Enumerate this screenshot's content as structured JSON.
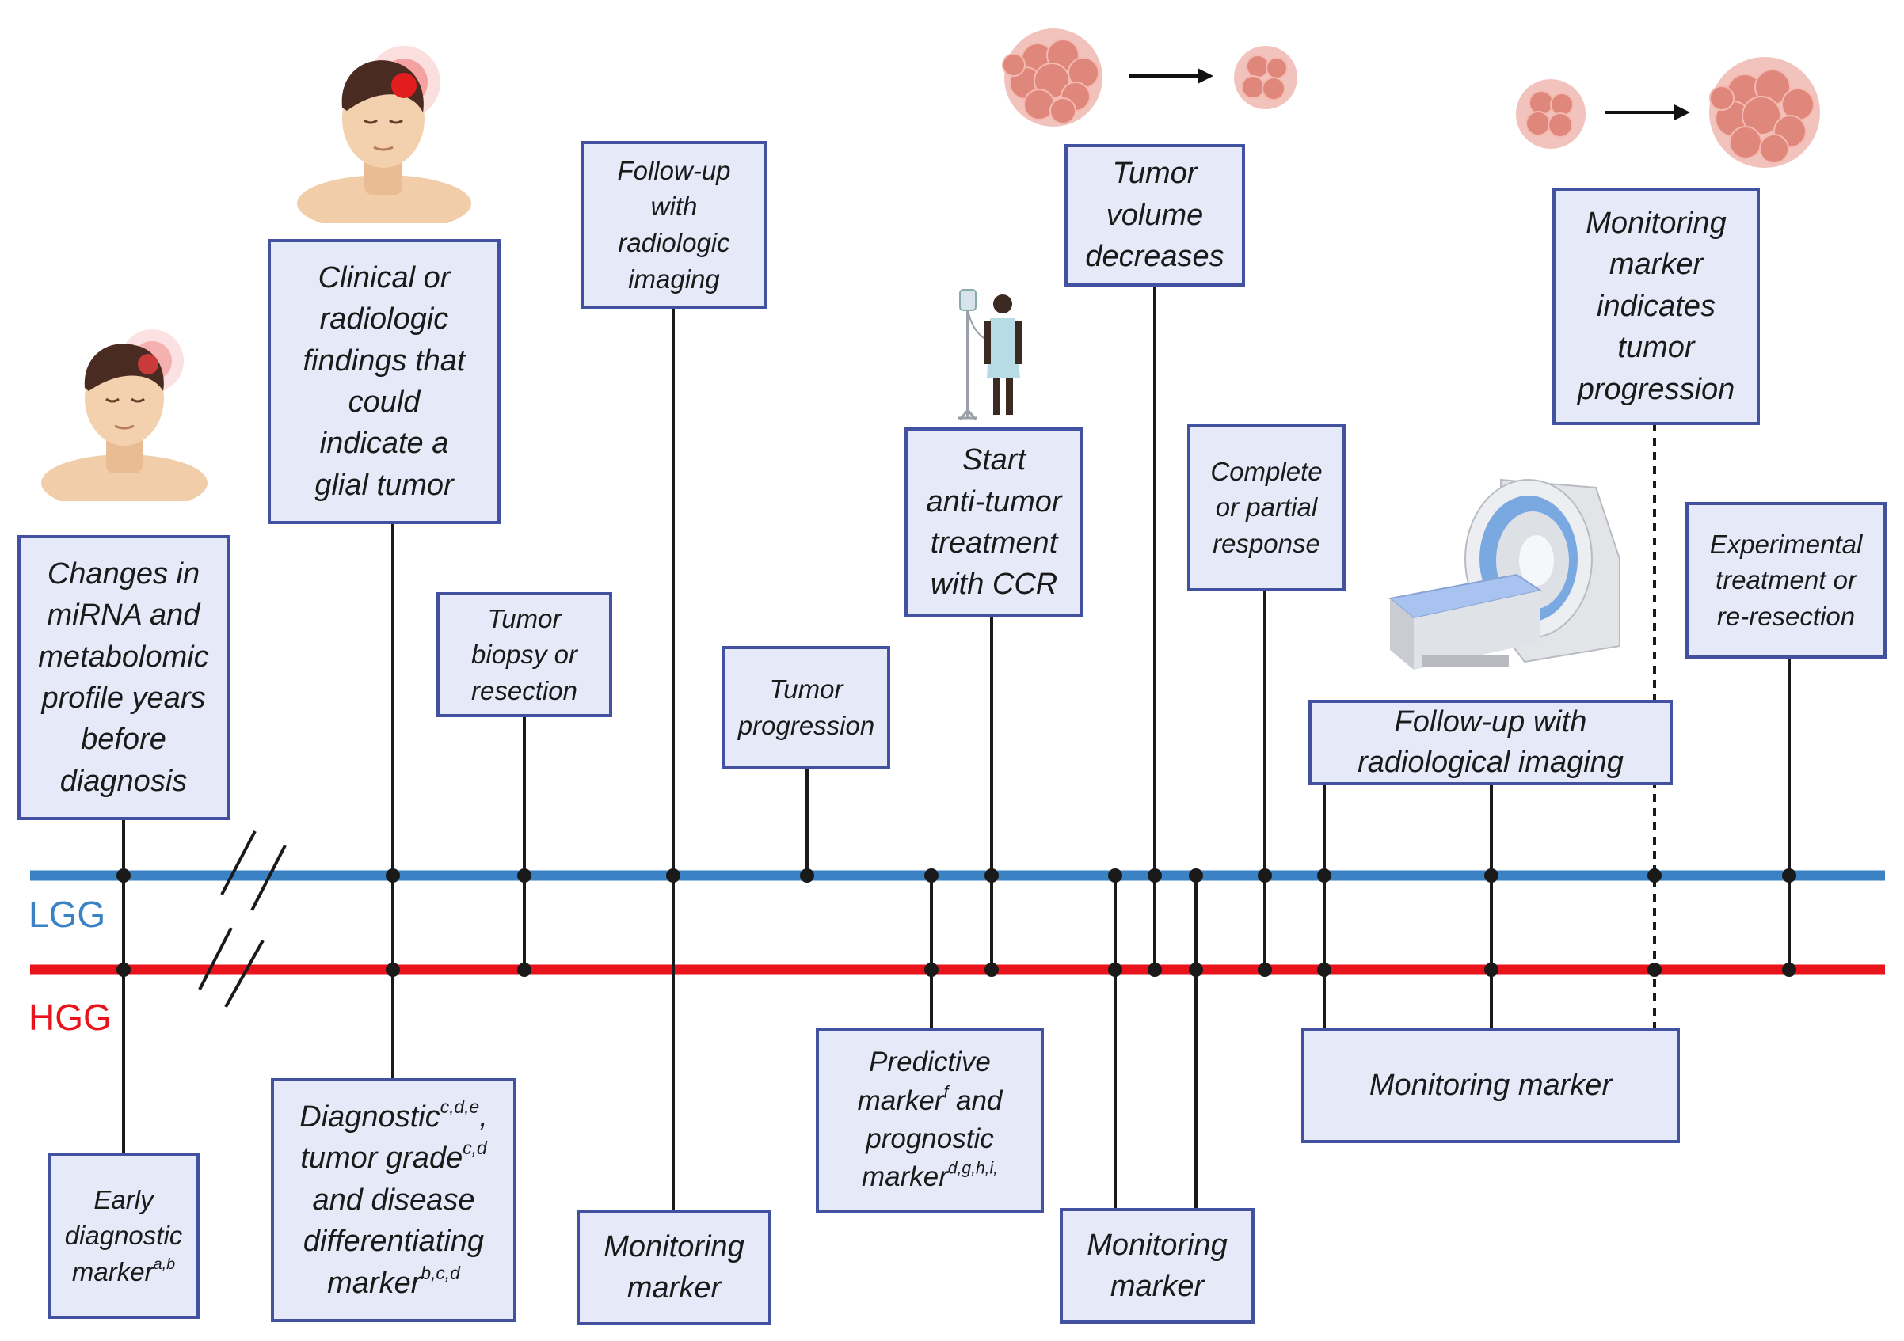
{
  "axes": {
    "lgg": {
      "label": "LGG",
      "color": "#3a82c4"
    },
    "hgg": {
      "label": "HGG",
      "color": "#e8131b"
    }
  },
  "colors": {
    "box_fill": "#e6e9f8",
    "box_border": "#4252a1",
    "connector": "#1a1a1a",
    "tumor": "#e0877c"
  },
  "events": {
    "changes_mirna": "Changes in\nmiRNA and\nmetabolomic\nprofile years\nbefore\ndiagnosis",
    "clinical_findings": "Clinical or\nradiologic\nfindings that\ncould\nindicate a\nglial tumor",
    "tumor_biopsy": "Tumor\nbiopsy or\nresection",
    "followup_imaging": "Follow-up\nwith\nradiologic\nimaging",
    "tumor_progression": "Tumor\nprogression",
    "start_treatment": "Start\nanti-tumor\ntreatment\nwith CCR",
    "tumor_volume": "Tumor\nvolume\ndecreases",
    "complete_response": "Complete\nor partial\nresponse",
    "followup_radiological": "Follow-up with\nradiological imaging",
    "monitoring_progression": "Monitoring\nmarker\nindicates\ntumor\nprogression",
    "experimental_treatment": "Experimental\ntreatment or\nre-resection"
  },
  "markers": {
    "early_diagnostic": {
      "line1": "Early",
      "line2": "diagnostic",
      "line3": "marker",
      "sup3": "a,b"
    },
    "diagnostic": {
      "line1": "Diagnostic",
      "sup1": "c,d,e",
      "line1_tail": ",",
      "line2": "tumor grade",
      "sup2": "c,d",
      "line3": "and disease",
      "line4": "differentiating",
      "line5": "marker",
      "sup5": "b,c,d"
    },
    "monitoring_1": "Monitoring\nmarker",
    "predictive": {
      "line1": "Predictive",
      "line2a": "marker",
      "sup2": "f",
      "line2b": " and",
      "line3": "prognostic",
      "line4": "marker",
      "sup4": "d,g,h,i,"
    },
    "monitoring_2": "Monitoring\nmarker",
    "monitoring_3": "Monitoring marker"
  }
}
